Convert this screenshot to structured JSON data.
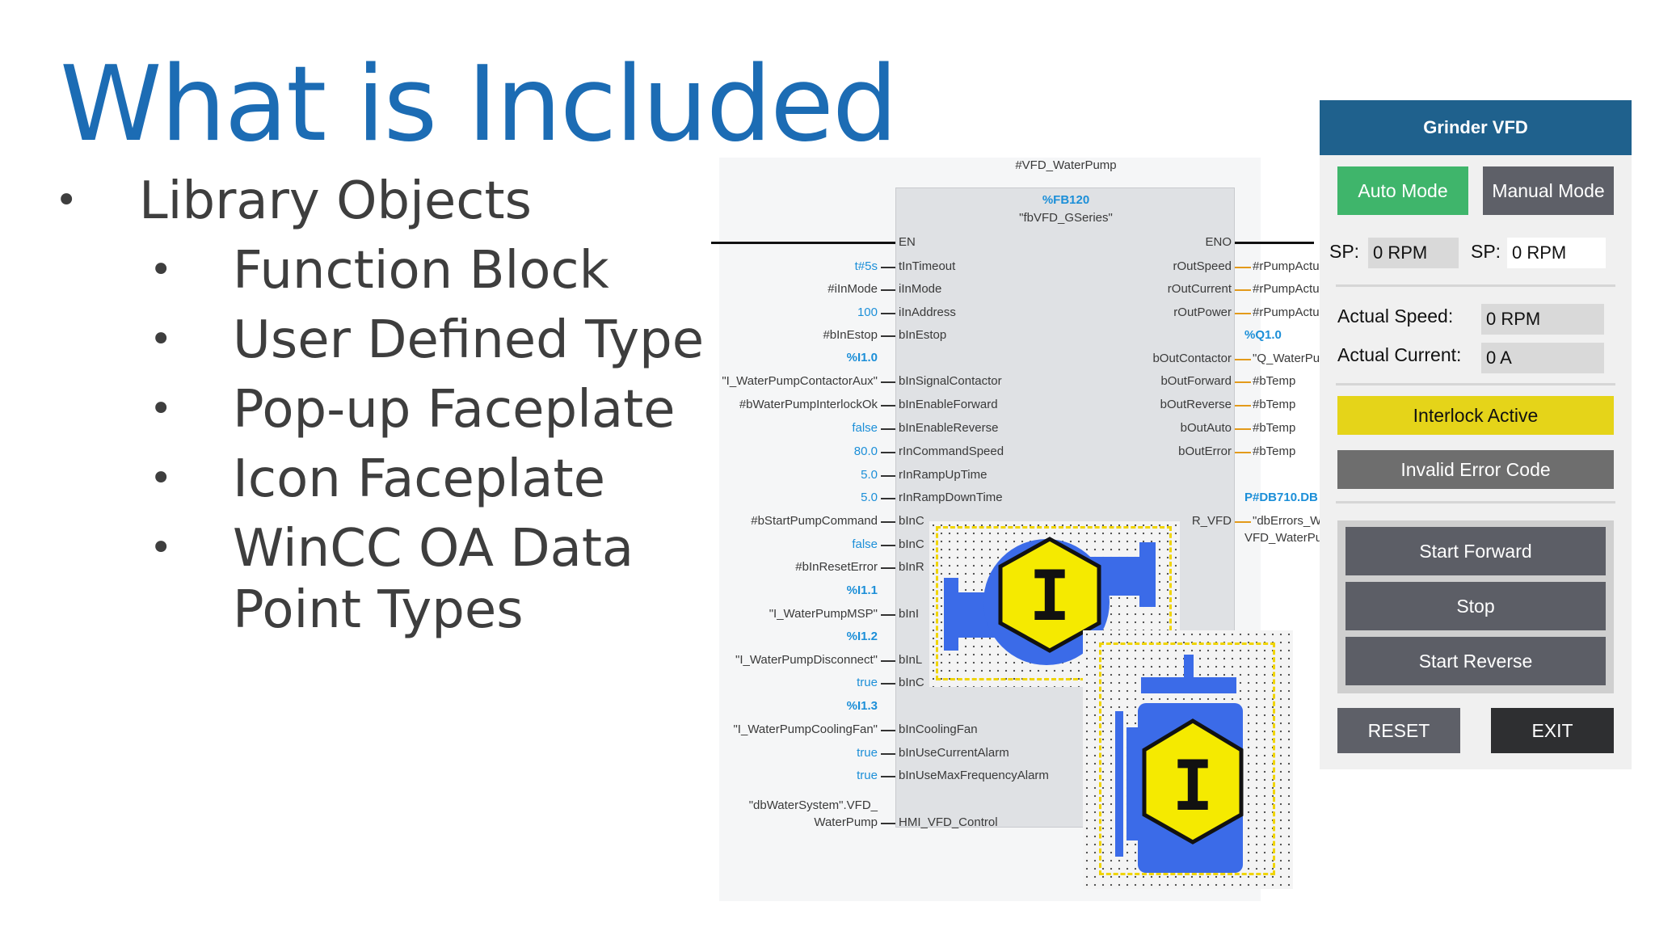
{
  "slide": {
    "title": "What is Included",
    "bullets": [
      {
        "text": "Library Objects"
      },
      {
        "text": "Function Block"
      },
      {
        "text": "User Defined Type"
      },
      {
        "text": "Pop-up Faceplate"
      },
      {
        "text": "Icon Faceplate"
      },
      {
        "text": "WinCC OA Data",
        "text2": "Point Types"
      }
    ]
  },
  "function_block": {
    "instance": "#VFD_WaterPump",
    "db_number": "%FB120",
    "type_name": "\"fbVFD_GSeries\"",
    "inputs": [
      {
        "pin": "EN",
        "value": ""
      },
      {
        "pin": "tInTimeout",
        "value": "t#5s"
      },
      {
        "pin": "iInMode",
        "value": "#iInMode"
      },
      {
        "pin": "iInAddress",
        "value": "100"
      },
      {
        "pin": "bInEstop",
        "value": "#bInEstop"
      },
      {
        "pin": "bInSignalContactor",
        "value": "\"I_WaterPumpContactorAux\"",
        "addr": "%I1.0"
      },
      {
        "pin": "bInEnableForward",
        "value": "#bWaterPumpInterlockOk"
      },
      {
        "pin": "bInEnableReverse",
        "value": "false"
      },
      {
        "pin": "rInCommandSpeed",
        "value": "80.0"
      },
      {
        "pin": "rInRampUpTime",
        "value": "5.0"
      },
      {
        "pin": "rInRampDownTime",
        "value": "5.0"
      },
      {
        "pin": "bInC",
        "value": "#bStartPumpCommand"
      },
      {
        "pin": "bInC",
        "value": "false"
      },
      {
        "pin": "bInR",
        "value": "#bInResetError"
      },
      {
        "pin": "bInI",
        "value": "\"I_WaterPumpMSP\"",
        "addr": "%I1.1"
      },
      {
        "pin": "bInL",
        "value": "\"I_WaterPumpDisconnect\"",
        "addr": "%I1.2"
      },
      {
        "pin": "bInC",
        "value": "true"
      },
      {
        "pin": "bInCoolingFan",
        "value": "\"I_WaterPumpCoolingFan\"",
        "addr": "%I1.3"
      },
      {
        "pin": "bInUseCurrentAlarm",
        "value": "true"
      },
      {
        "pin": "bInUseMaxFrequencyAlarm",
        "value": "true"
      },
      {
        "pin": "HMI_VFD_Control",
        "value": "\"dbWaterSystem\".VFD_",
        "value2": "WaterPump"
      }
    ],
    "outputs": [
      {
        "pin": "ENO",
        "value": ""
      },
      {
        "pin": "rOutSpeed",
        "value": "#rPumpActu"
      },
      {
        "pin": "rOutCurrent",
        "value": "#rPumpActu"
      },
      {
        "pin": "rOutPower",
        "value": "#rPumpActu"
      },
      {
        "pin": "bOutContactor",
        "value": "\"Q_WaterPun",
        "addr": "%Q1.0"
      },
      {
        "pin": "bOutForward",
        "value": "#bTemp"
      },
      {
        "pin": "bOutReverse",
        "value": "#bTemp"
      },
      {
        "pin": "bOutAuto",
        "value": "#bTemp"
      },
      {
        "pin": "bOutError",
        "value": "#bTemp"
      },
      {
        "pin": "R_VFD",
        "value": "\"dbErrors_W",
        "addr": "P#DB710.DB",
        "value2": "VFD_WaterPu"
      }
    ],
    "icon_letter": "I"
  },
  "faceplate": {
    "title": "Grinder VFD",
    "auto_mode": "Auto Mode",
    "manual_mode": "Manual Mode",
    "sp_label_1": "SP:",
    "sp_value_1": "0 RPM",
    "sp_label_2": "SP:",
    "sp_value_2": "0 RPM",
    "actual_speed_label": "Actual Speed:",
    "actual_speed_value": "0 RPM",
    "actual_current_label": "Actual Current:",
    "actual_current_value": "0 A",
    "interlock": "Interlock Active",
    "error_code": "Invalid Error Code",
    "start_forward": "Start Forward",
    "stop": "Stop",
    "start_reverse": "Start Reverse",
    "reset": "RESET",
    "exit": "EXIT",
    "colors": {
      "header": "#1f618d",
      "auto": "#3fb56b",
      "manual": "#5e6068",
      "interlock": "#e5d419",
      "error": "#6e6e6e",
      "cmd": "#5c5e66",
      "exit": "#2e2f31"
    }
  }
}
